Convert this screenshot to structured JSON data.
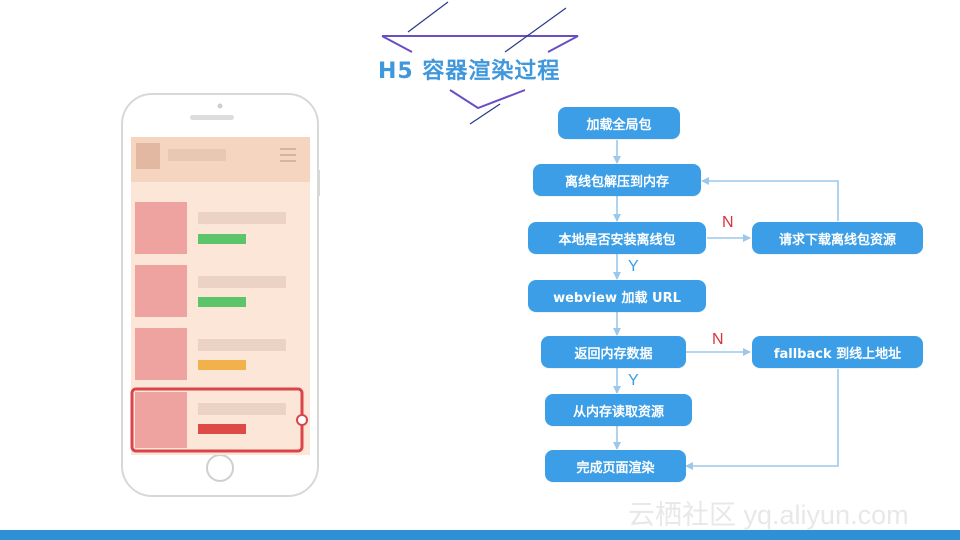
{
  "title": "H5 容器渲染过程",
  "flow": {
    "steps": [
      "加载全局包",
      "离线包解压到内存",
      "本地是否安装离线包",
      "webview 加载 URL",
      "返回内存数据",
      "从内存读取资源",
      "完成页面渲染"
    ],
    "side_steps": [
      "请求下载离线包资源",
      "fallback 到线上地址"
    ],
    "branch_labels": {
      "install_no": "N",
      "install_yes": "Y",
      "memory_no": "N",
      "memory_yes": "Y"
    }
  },
  "colors": {
    "accent_blue": "#3b9ee6",
    "title_blue": "#3f97dc",
    "arrow": "#9cc8ec",
    "no_red": "#d9333b",
    "deco_purple": "#6a4fc4",
    "phone_header": "#f5d5bf",
    "phone_body": "#fbe6d8",
    "card_pink": "#eea3a1",
    "bar_green": "#5cc46a",
    "bar_orange": "#f2b24b",
    "bar_red": "#dd4b47",
    "highlight_red": "#d9454a",
    "bottom_bar": "#2e91d6"
  },
  "phone": {
    "icon": "phone-mockup",
    "cards": [
      {
        "status": "green"
      },
      {
        "status": "green"
      },
      {
        "status": "orange"
      },
      {
        "status": "red",
        "highlighted": true
      }
    ]
  },
  "watermark": "云栖社区 yq.aliyun.com"
}
